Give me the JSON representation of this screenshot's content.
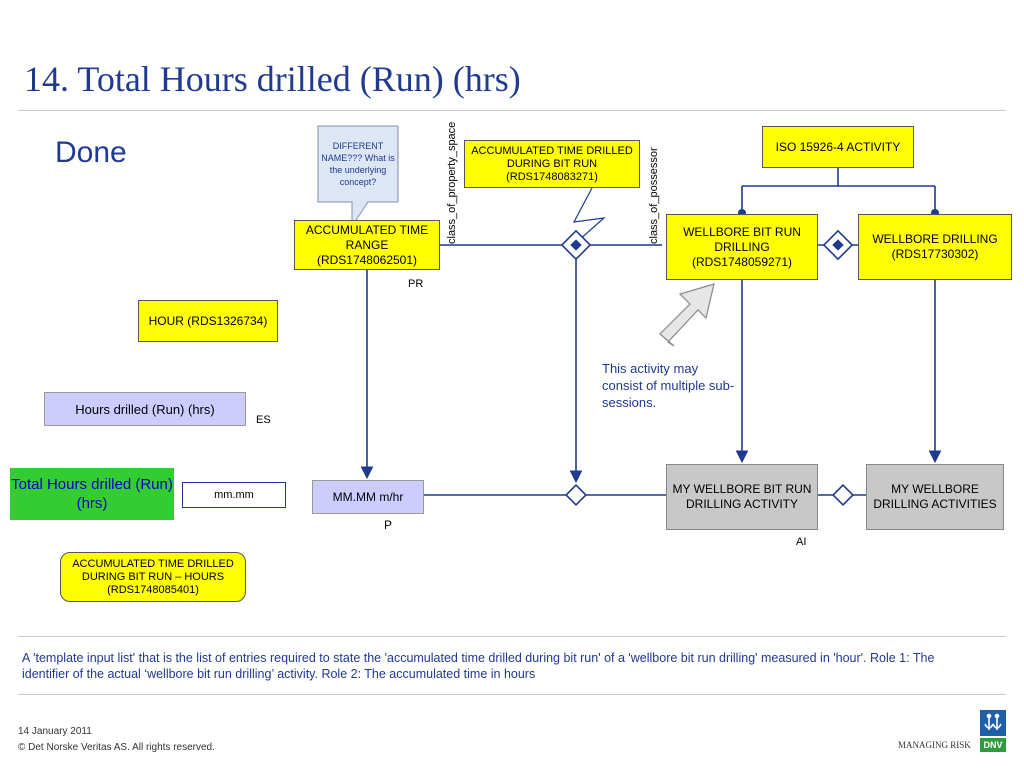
{
  "slide": {
    "title": "14. Total Hours drilled (Run) (hrs)",
    "status": "Done"
  },
  "callout": {
    "text": "DIFFERENT NAME??? What is the underlying concept?"
  },
  "nodes": {
    "accumulated_time_drilled": "ACCUMULATED TIME DRILLED DURING BIT RUN (RDS1748083271)",
    "iso_activity": "ISO 15926-4 ACTIVITY",
    "accumulated_time_range": "ACCUMULATED TIME RANGE (RDS1748062501)",
    "wellbore_bit_run_drilling": "WELLBORE BIT RUN DRILLING (RDS1748059271)",
    "wellbore_drilling": "WELLBORE DRILLING (RDS17730302)",
    "hour": "HOUR (RDS1326734)",
    "hours_drilled": "Hours drilled (Run) (hrs)",
    "total_hours_drilled": "Total Hours drilled (Run) (hrs)",
    "mm_mm": "mm.mm",
    "mm_mm_hr": "MM.MM m/hr",
    "my_wellbore_bit_run": "MY WELLBORE BIT RUN DRILLING ACTIVITY",
    "my_wellbore_drilling": "MY WELLBORE DRILLING ACTIVITIES",
    "accumulated_hours": "ACCUMULATED TIME DRILLED DURING BIT RUN – HOURS (RDS1748085401)"
  },
  "labels": {
    "class_of_property_space": "class_of_property_space",
    "class_of_possessor": "class_of_possessor",
    "pr": "PR",
    "es": "ES",
    "p": "P",
    "ai": "AI"
  },
  "annotation": {
    "activity_note": "This activity may consist of multiple sub-sessions."
  },
  "description": {
    "text": "A 'template input list' that is the list of entries required to state the 'accumulated time drilled during bit run' of a 'wellbore bit run drilling' measured in 'hour'. Role 1: The identifier of the actual ‘wellbore bit run drilling’ activity. Role 2: The accumulated time in hours"
  },
  "footer": {
    "date": "14 January 2011",
    "copyright": "© Det Norske Veritas AS. All rights reserved.",
    "tagline": "MANAGING RISK",
    "brand": "DNV"
  },
  "colors": {
    "title": "#1f3a8f",
    "yellow": "#ffff00",
    "connector": "#1f3a8f",
    "gray_box": "#c8c8c8",
    "green_box": "#33cc33",
    "lavender_box": "#ccccff"
  }
}
